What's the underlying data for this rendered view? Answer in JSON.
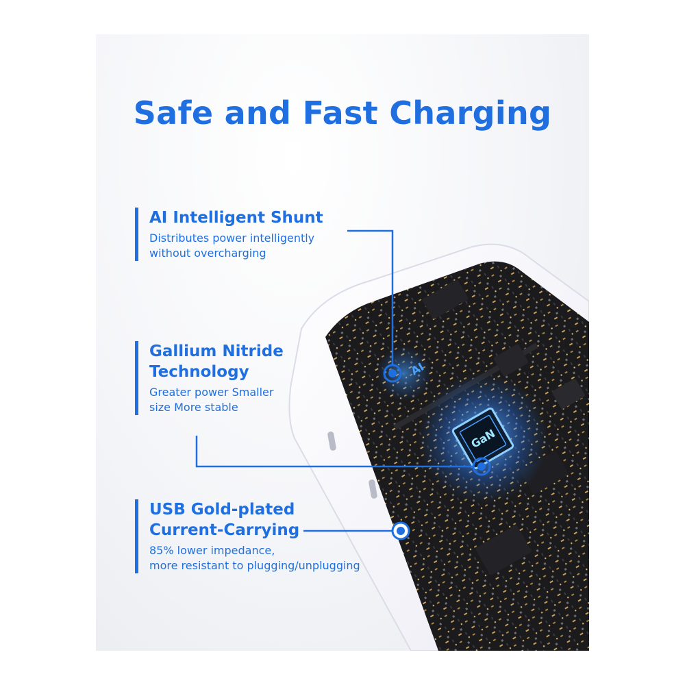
{
  "title": "Safe and Fast Charging",
  "features": [
    {
      "heading_lines": [
        "AI Intelligent Shunt"
      ],
      "desc_lines": [
        "Distributes power intelligently",
        "without overcharging"
      ]
    },
    {
      "heading_lines": [
        "Gallium Nitride",
        "Technology"
      ],
      "desc_lines": [
        "Greater power Smaller",
        "size More stable"
      ]
    },
    {
      "heading_lines": [
        "USB Gold-plated",
        "Current-Carrying"
      ],
      "desc_lines": [
        "85% lower impedance,",
        "more resistant to plugging/unplugging"
      ]
    }
  ],
  "chip_labels": {
    "ai": "AI",
    "gan": "GaN"
  },
  "colors": {
    "accent": "#1f6fe0",
    "board": "#1b1b1d",
    "shell": "#f7f7fb",
    "glow": "#4aa3ff"
  }
}
